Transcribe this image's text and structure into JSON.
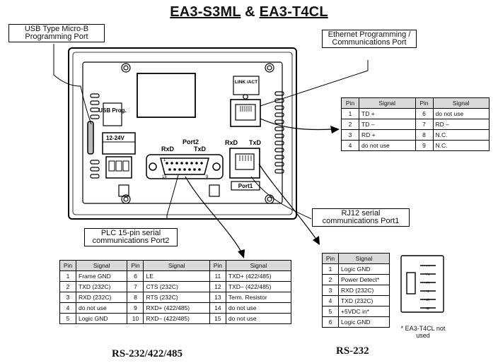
{
  "title": {
    "part1": "EA3-S3ML",
    "amp": " & ",
    "part2": "EA3-T4CL"
  },
  "callouts": {
    "usb": "USB Type Micro-B Programming Port",
    "ethernet": "Ethernet Programming / Communications Port",
    "rj12": "RJ12 serial communications Port1",
    "plc": "PLC 15-pin serial communications Port2"
  },
  "device_labels": {
    "link_act": "LINK /ACT",
    "usb_prog": "USB Prog.",
    "power": "12-24V",
    "port2": "Port2",
    "rxd": "RxD",
    "txd": "TxD",
    "port1": "Port1",
    "pin1": "1",
    "pin15": "15",
    "pin9": "9"
  },
  "ethernet_table": {
    "headers": [
      "Pin",
      "Signal",
      "Pin",
      "Signal"
    ],
    "rows": [
      [
        "1",
        "TD +",
        "6",
        "do not use"
      ],
      [
        "2",
        "TD –",
        "7",
        "RD –"
      ],
      [
        "3",
        "RD +",
        "8",
        "N.C."
      ],
      [
        "4",
        "do not use",
        "9",
        "N.C."
      ]
    ]
  },
  "plc_table": {
    "headers": [
      "Pin",
      "Signal",
      "Pin",
      "Signal",
      "Pin",
      "Signal"
    ],
    "rows": [
      [
        "1",
        "Frame GND",
        "6",
        "LE",
        "11",
        "TXD+ (422/485)"
      ],
      [
        "2",
        "TXD (232C)",
        "7",
        "CTS (232C)",
        "12",
        "TXD– (422/485)"
      ],
      [
        "3",
        "RXD (232C)",
        "8",
        "RTS (232C)",
        "13",
        "Term. Resistor"
      ],
      [
        "4",
        "do not use",
        "9",
        "RXD+ (422/485)",
        "14",
        "do not use"
      ],
      [
        "5",
        "Logic GND",
        "10",
        "RXD– (422/485)",
        "15",
        "do not use"
      ]
    ]
  },
  "rj12_table": {
    "headers": [
      "Pin",
      "Signal"
    ],
    "rows": [
      [
        "1",
        "Logic GND"
      ],
      [
        "2",
        "Power Detect*"
      ],
      [
        "3",
        "RXD (232C)"
      ],
      [
        "4",
        "TXD (232C)"
      ],
      [
        "5",
        "+5VDC in*"
      ],
      [
        "6",
        "Logic GND"
      ]
    ]
  },
  "rj12_connector_pins": [
    "1",
    "2",
    "3",
    "4",
    "5",
    "6"
  ],
  "footnote": "* EA3-T4CL not used",
  "footers": {
    "plc": "RS-232/422/485",
    "rj12": "RS-232"
  }
}
